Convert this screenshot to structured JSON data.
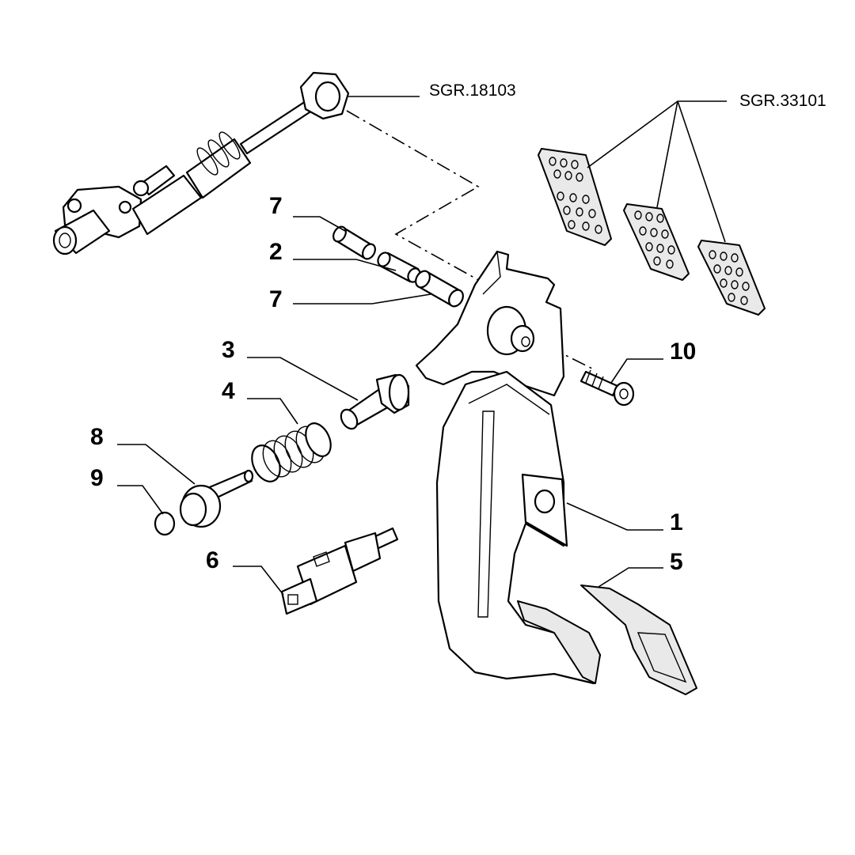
{
  "diagram": {
    "refs": {
      "sgr_18103": "SGR.18103",
      "sgr_33101": "SGR.33101"
    },
    "callouts": {
      "c7a": "7",
      "c2": "2",
      "c7b": "7",
      "c3": "3",
      "c4": "4",
      "c8": "8",
      "c9": "9",
      "c6": "6",
      "c10": "10",
      "c1": "1",
      "c5": "5"
    }
  }
}
